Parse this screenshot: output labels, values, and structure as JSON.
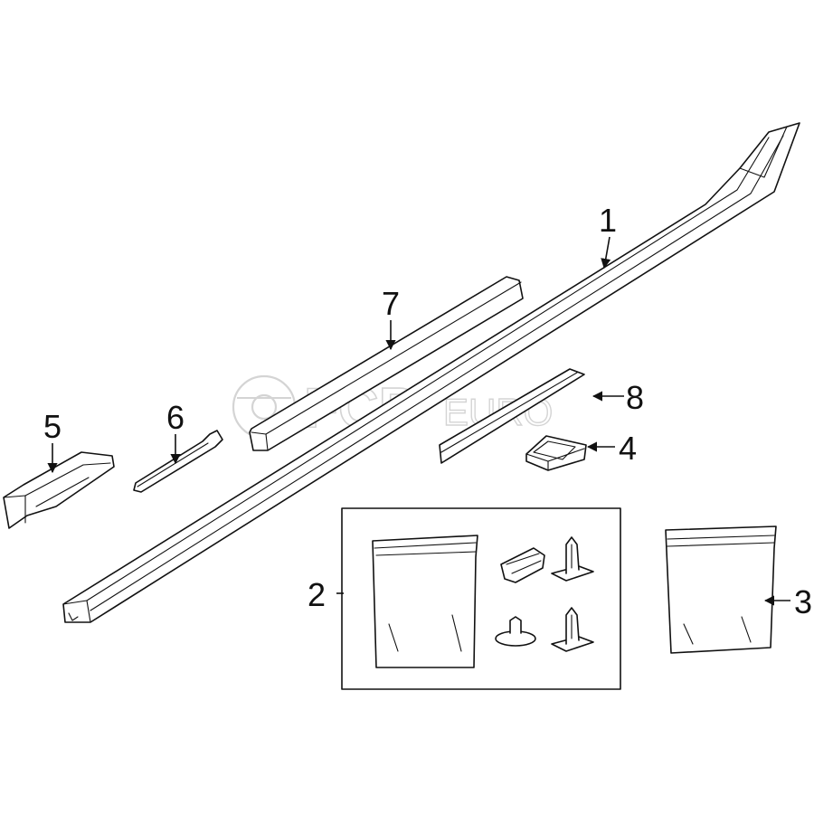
{
  "diagram": {
    "callouts": [
      {
        "id": "1",
        "label": "1"
      },
      {
        "id": "2",
        "label": "2"
      },
      {
        "id": "3",
        "label": "3"
      },
      {
        "id": "4",
        "label": "4"
      },
      {
        "id": "5",
        "label": "5"
      },
      {
        "id": "6",
        "label": "6"
      },
      {
        "id": "7",
        "label": "7"
      },
      {
        "id": "8",
        "label": "8"
      }
    ],
    "watermark": {
      "brand": "FCP",
      "suffix": "EURO"
    },
    "colors": {
      "line": "#111111",
      "watermark": "#d4d4d4",
      "background": "#ffffff"
    }
  }
}
